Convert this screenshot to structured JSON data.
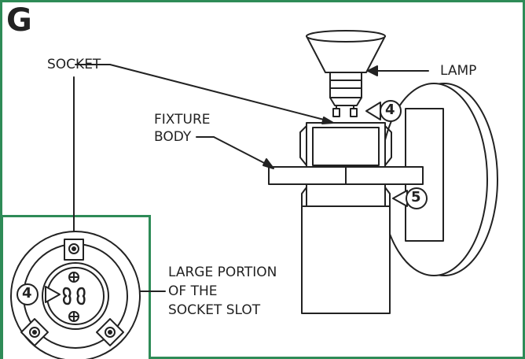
{
  "figure": {
    "step_letter": "G",
    "labels": {
      "socket": "SOCKET",
      "lamp": "LAMP",
      "fixture_line1": "FIXTURE",
      "fixture_line2": "BODY",
      "slot_line1": "LARGE PORTION",
      "slot_line2": "OF THE",
      "slot_line3": "SOCKET SLOT"
    },
    "callouts": {
      "top_step": "4",
      "lower_step": "5",
      "inset_step": "4"
    },
    "colors": {
      "frame": "#2e8b57",
      "ink": "#222222"
    }
  }
}
